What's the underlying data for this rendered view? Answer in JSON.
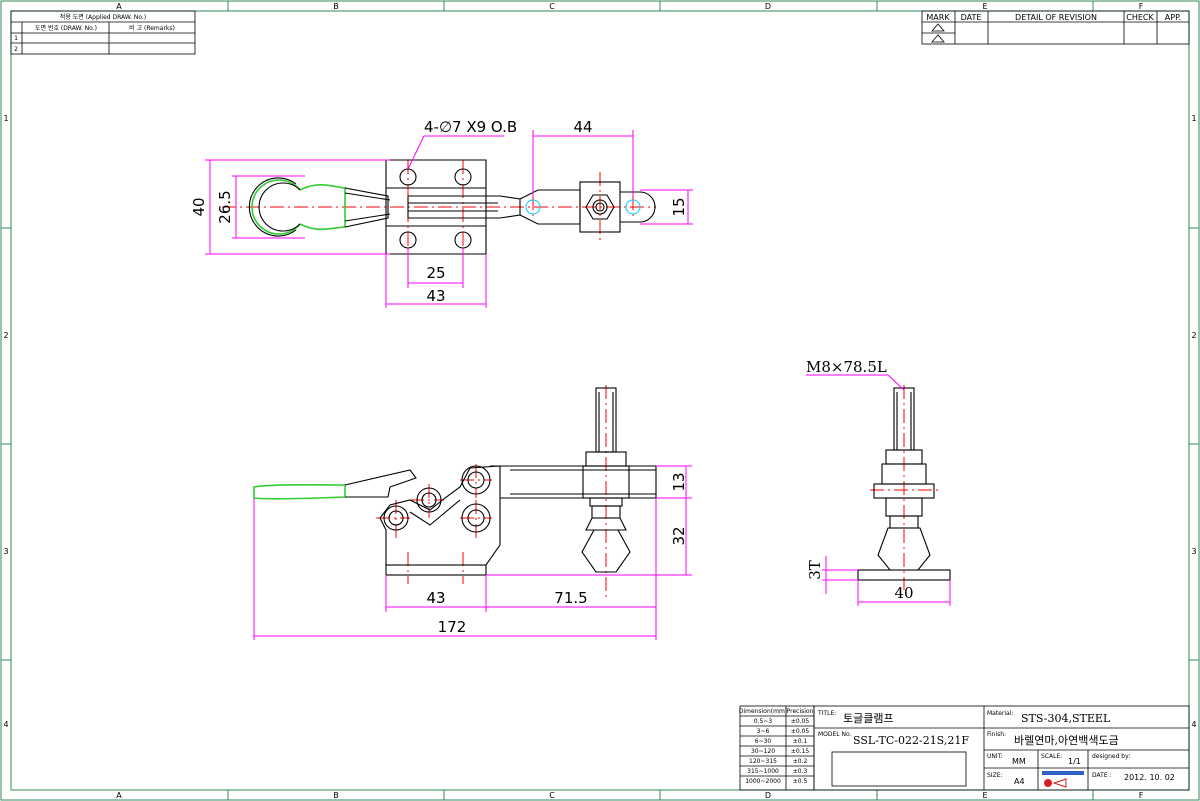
{
  "frame": {
    "col_labels": [
      "A",
      "B",
      "C",
      "D",
      "E",
      "F"
    ],
    "row_labels": [
      "1",
      "2",
      "3",
      "4"
    ]
  },
  "ref_table": {
    "title": "적용 도면 (Applied DRAW. No.)",
    "col1": "도면 번호 (DRAW. No.)",
    "col2": "비 고 (Remarks)",
    "rows": [
      "1",
      "2"
    ]
  },
  "revision_table": {
    "headers": [
      "MARK",
      "DATE",
      "DETAIL OF REVISION",
      "CHECK",
      "APP."
    ]
  },
  "dimensions": {
    "hole_note": "4-∅7 X9 O.B",
    "top_44": "44",
    "top_40": "40",
    "top_26_5": "26.5",
    "top_15": "15",
    "top_25": "25",
    "top_43": "43",
    "stud_note": "M8×78.5L",
    "side_13": "13",
    "side_32": "32",
    "side_43": "43",
    "side_71_5": "71.5",
    "side_172": "172",
    "end_3t": "3T",
    "end_40": "40"
  },
  "tolerance_table": {
    "header_dim": "Dimension(mm)",
    "header_prec": "Precision",
    "rows": [
      [
        "0.5~3",
        "±0.05"
      ],
      [
        "3~6",
        "±0.05"
      ],
      [
        "6~30",
        "±0.1"
      ],
      [
        "30~120",
        "±0.15"
      ],
      [
        "120~315",
        "±0.2"
      ],
      [
        "315~1000",
        "±0.3"
      ],
      [
        "1000~2000",
        "±0.5"
      ]
    ]
  },
  "title_block": {
    "title_label": "TITLE:",
    "title_value": "토글클램프",
    "model_label": "MODEL No.",
    "model_value": "SSL-TC-022-21S,21F",
    "material_label": "Material:",
    "material_value": "STS-304,STEEL",
    "finish_label": "Finish:",
    "finish_value": "바렐연마,아연백색도금",
    "unit_label": "UNIT:",
    "unit_value": "MM",
    "scale_label": "SCALE:",
    "scale_value": "1/1",
    "designed_label": "designed by:",
    "size_label": "SIZE:",
    "size_value": "A4",
    "date_label": "DATE :",
    "date_value": "2012. 10. 02"
  }
}
